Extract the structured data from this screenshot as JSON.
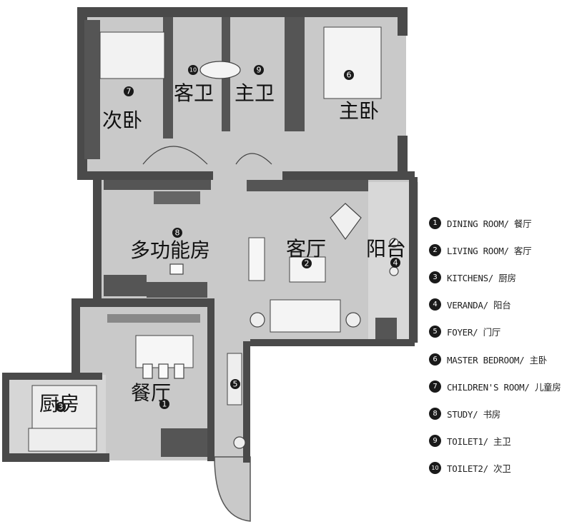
{
  "rooms": {
    "ciwo": "次卧",
    "kewei": "客卫",
    "zhuwei": "主卫",
    "zhuwo": "主卧",
    "duogongnengfang": "多功能房",
    "keting": "客厅",
    "yangtai": "阳台",
    "canting": "餐厅",
    "chufang": "厨房"
  },
  "markers": {
    "m1": "1",
    "m2": "2",
    "m3": "3",
    "m4": "4",
    "m5": "5",
    "m6": "6",
    "m7": "7",
    "m8": "8",
    "m9": "9",
    "m10": "10"
  },
  "legend": [
    {
      "num": "1",
      "text": "DINING ROOM/ 餐厅"
    },
    {
      "num": "2",
      "text": "LIVING ROOM/ 客厅"
    },
    {
      "num": "3",
      "text": "KITCHENS/ 厨房"
    },
    {
      "num": "4",
      "text": "VERANDA/ 阳台"
    },
    {
      "num": "5",
      "text": "FOYER/ 门厅"
    },
    {
      "num": "6",
      "text": "MASTER BEDROOM/ 主卧"
    },
    {
      "num": "7",
      "text": "CHILDREN'S ROOM/ 儿童房"
    },
    {
      "num": "8",
      "text": "STUDY/ 书房"
    },
    {
      "num": "9",
      "text": "TOILET1/ 主卫"
    },
    {
      "num": "10",
      "text": "TOILET2/ 次卫"
    }
  ],
  "colors": {
    "wall": "#4a4a4a",
    "floor": "#c9c9c9",
    "light_floor": "#e4e4e4",
    "outline": "#333333"
  }
}
